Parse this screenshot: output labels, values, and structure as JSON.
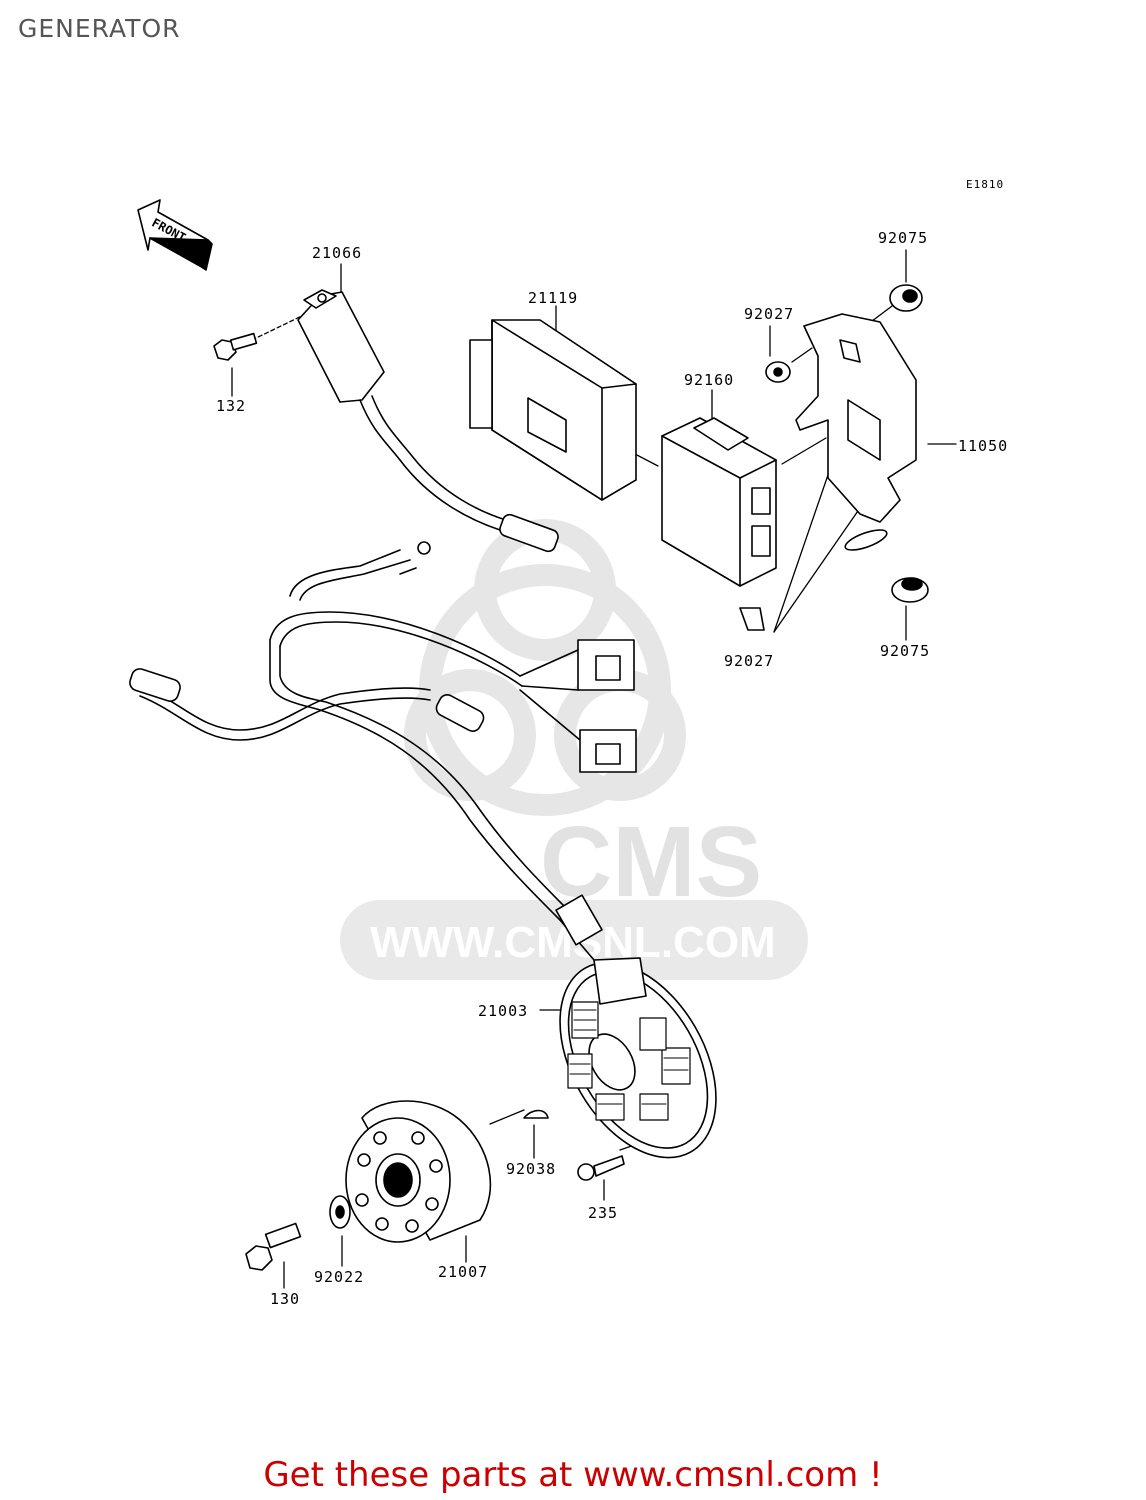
{
  "title": "GENERATOR",
  "diagram_code": "E1810",
  "front_label": "FRONT",
  "watermark": {
    "brand": "CMS",
    "url": "WWW.CMSNL.COM"
  },
  "parts": [
    {
      "id": "21066"
    },
    {
      "id": "21119"
    },
    {
      "id": "92075"
    },
    {
      "id": "92027"
    },
    {
      "id": "92160"
    },
    {
      "id": "11050"
    },
    {
      "id": "132"
    },
    {
      "id": "92027"
    },
    {
      "id": "92075"
    },
    {
      "id": "21003"
    },
    {
      "id": "92038"
    },
    {
      "id": "235"
    },
    {
      "id": "92022"
    },
    {
      "id": "21007"
    },
    {
      "id": "130"
    }
  ],
  "footer_text": "Get these parts at www.cmsnl.com !"
}
